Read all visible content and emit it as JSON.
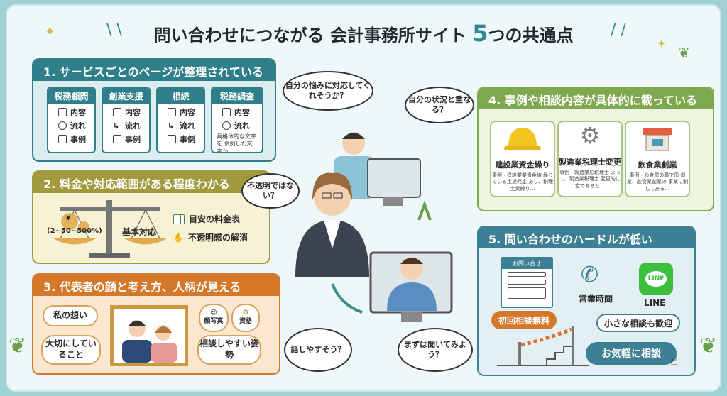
{
  "title": {
    "pre": "問い合わせにつながる 会計事務所サイト ",
    "num": "5",
    "post": "つの共通点"
  },
  "sec1": {
    "heading": "1. サービスごとのページが整理されている",
    "cards": [
      {
        "title": "税務顧問",
        "items": [
          "内容",
          "流れ",
          "事例"
        ]
      },
      {
        "title": "創業支援",
        "items": [
          "内容",
          "流れ",
          "事例"
        ]
      },
      {
        "title": "相続",
        "items": [
          "内容",
          "流れ",
          "事例"
        ]
      },
      {
        "title": "税務調査",
        "items": [
          "内容",
          "流れ"
        ],
        "note": "具格体的な文字を 褒例した文字か…"
      }
    ]
  },
  "sec2": {
    "heading": "2. 料金や対応範囲がある程度わかる",
    "money_symbol": "¥",
    "range": "(2~50~500%)",
    "basic": "基本対応",
    "items": [
      "目安の料金表",
      "不透明感の解消"
    ]
  },
  "sec3": {
    "heading": "3. 代表者の顔と考え方、人柄が見える",
    "left": [
      "私の想い",
      "大切にしていること"
    ],
    "right": [
      "顔写真",
      "資格",
      "相談しやすい姿勢"
    ]
  },
  "sec4": {
    "heading": "4. 事例や相談内容が具体的に載っている",
    "cards": [
      {
        "title": "建設業資金繰り",
        "desc": "事例・建設業業資金線 繰りでいる土提発定 あり、税理士業繰り…"
      },
      {
        "title": "製造業税理士変更",
        "desc": "事例・製造業形税理士 よって、製造業税理士 変更的に宏であると…"
      },
      {
        "title": "飲食業創業",
        "desc": "事例・お食屋の義で形 創業、飲食業創業の 事業に制してある…"
      }
    ]
  },
  "sec5": {
    "heading": "5. 問い合わせのハードルが低い",
    "form_title": "お問い合せ",
    "free": "初回相談無料",
    "hours": "営業時間",
    "line_logo": "LINE",
    "line": "LINE",
    "small": "小さな相談も歓迎",
    "cta": "お気軽に相談"
  },
  "thoughts": {
    "t1": "自分の悩みに対応してくれそうか？",
    "t2": "自分の状況と重なる？",
    "t3": "不透明ではない？",
    "t4": "話しやすそう？",
    "t5": "まずは聞いてみよう？"
  },
  "colors": {
    "teal": "#2f7f8a",
    "olive": "#a19a3c",
    "orange": "#d4782c",
    "green": "#7fa94e",
    "blue": "#3d7f94"
  }
}
